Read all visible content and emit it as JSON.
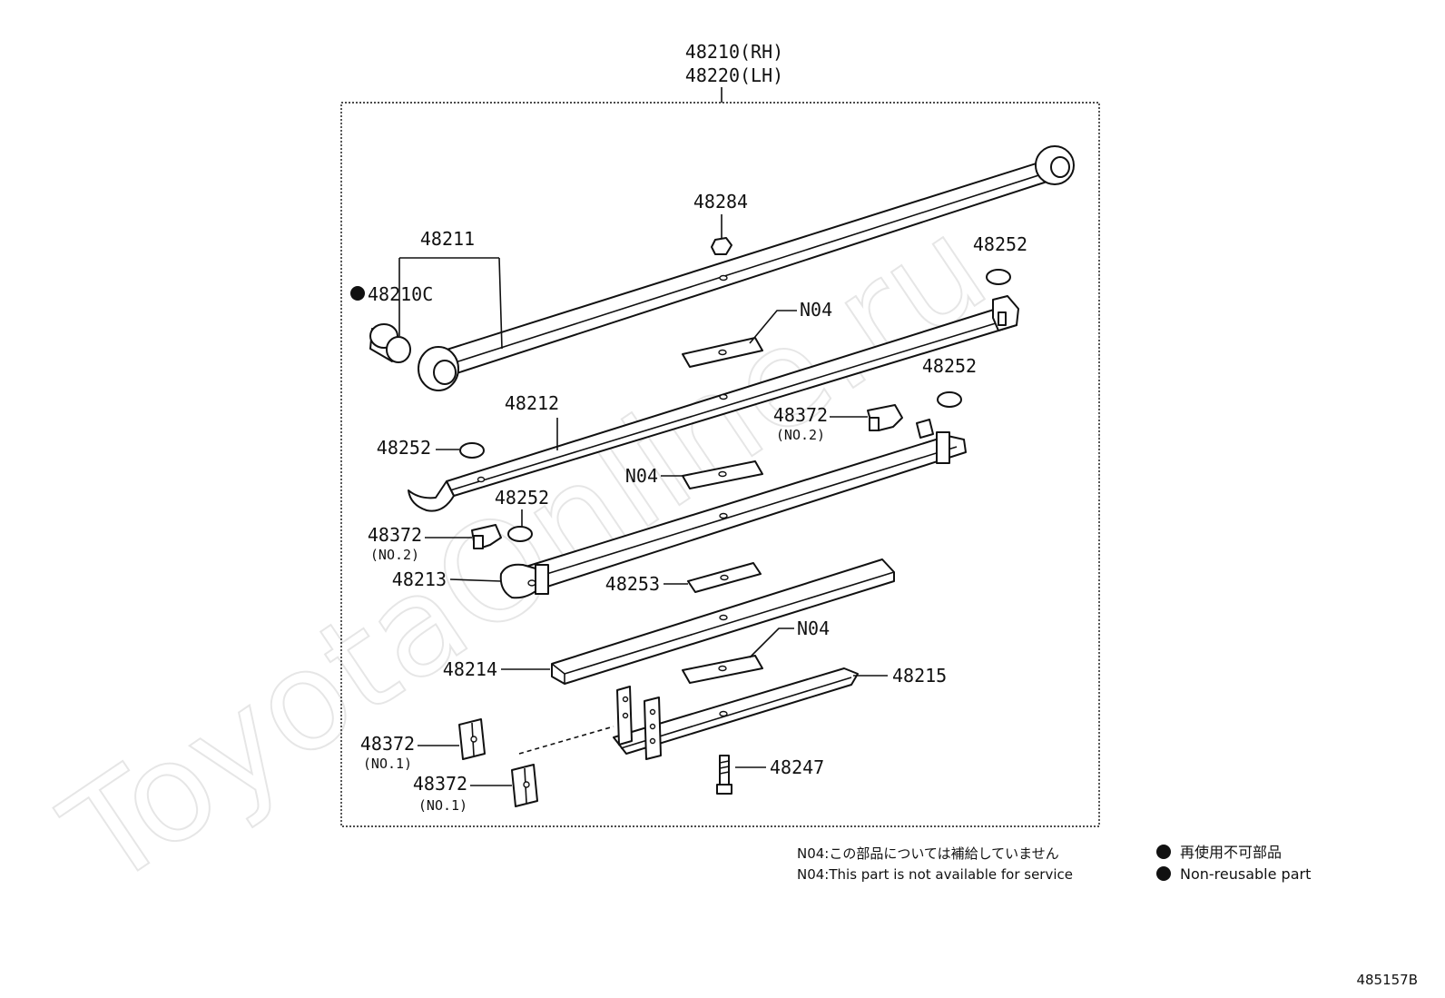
{
  "assembly": {
    "rh": "48210(RH)",
    "lh": "48220(LH)"
  },
  "watermark": "ToyotaOnline.ru",
  "callouts": {
    "p48211": "48211",
    "p48210c": "48210C",
    "p48284": "48284",
    "p48252_a": "48252",
    "p48252_b": "48252",
    "p48252_c": "48252",
    "p48252_d": "48252",
    "n04_a": "N04",
    "n04_b": "N04",
    "n04_c": "N04",
    "p48212": "48212",
    "p48372_a": "48372",
    "p48372_a_sub": "(NO.2)",
    "p48372_b": "48372",
    "p48372_b_sub": "(NO.2)",
    "p48372_c": "48372",
    "p48372_c_sub": "(NO.1)",
    "p48372_d": "48372",
    "p48372_d_sub": "(NO.1)",
    "p48213": "48213",
    "p48253": "48253",
    "p48214": "48214",
    "p48215": "48215",
    "p48247": "48247"
  },
  "notes": {
    "n04_jp": "N04:この部品については補給していません",
    "n04_en": "N04:This part is not available for service"
  },
  "legend": {
    "jp": "再使用不可部品",
    "en": "Non-reusable part"
  },
  "diagram_code": "485157B"
}
